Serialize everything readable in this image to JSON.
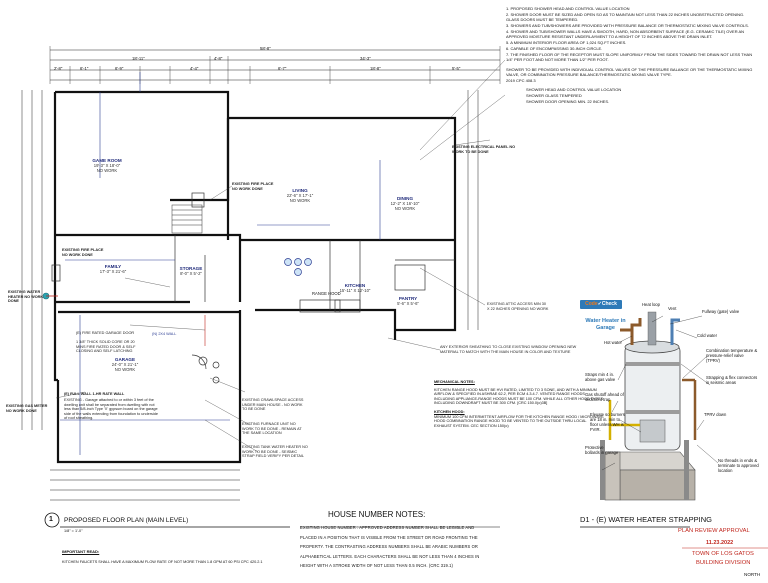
{
  "notes_top": [
    "1. PROPOSED SHOWER HEAD AND CONTROL VALUE LOCATION",
    "2. SHOWER DOOR MUST BE SIZED AND OPEN SO AS TO MAINTAIN NOT LESS THAN 22 INCHES UNOBSTRUCTED OPENING. GLASS DOORS MUST BE TEMPERED.",
    "3. SHOWERS AND TUB/SHOWERS ARE PROVIDED WITH PRESSURE BALANCE OR THERMOSTATIC MIXING VALVE CONTROLS.",
    "4. SHOWER AND TUB/SHOWER WALLS HAVE A SMOOTH, HARD, NON ABSORBENT SURFACE (E.G. CERAMIC TILE) OVER AN APPROVED MOISTURE RESISTANT UNDERLAYMENT TO A HEIGHT OF 72 INCHES ABOVE THE DRAIN INLET.",
    "5. A MINIMUM INTERIOR FLOOR AREA OF 1,024 SQ.FT INCHES.",
    "6. CAPABLE OF ENCOMPASSING 30-INCH CIRCLE.",
    "7. THE FINISHED FLOOR OF THE RECEPTOR MUST SLOPE UNIFORMLY FROM THE SIDES TOWARD THE DRAIN NOT LESS THAN 1/4\" PER FOOT AND NOT MORE THAN 1/2\" PER FOOT."
  ],
  "notes_mid": [
    "SHOWER TO BE PROVIDED WITH INDIVIDUAL CONTROL VALVES OF THE PRESSURE BALANCE OR THE THERMOSTATIC MIXING VALVE, OR COMBINATION PRESSURE BALANCE/THERMOSTATIC MIXING VALVE TYPE.",
    "2019 CPC 408.3"
  ],
  "notes_small": [
    "SHOWER HEAD AND CONTROL VALUE LOCATION",
    "SHOWER GLASS TEMPERED",
    "SHOWER DOOR OPENING MIN. 22 INCHES."
  ],
  "dims_top": [
    "58'-8\"",
    "18'-11\"",
    "4'-8\"",
    "34'-3\"",
    "2'-8\"",
    "6'-1\"",
    "6'-9\"",
    "4'-4\"",
    "6'-7\"",
    "18'-8\"",
    "5'-5\""
  ],
  "rooms": {
    "game_room": {
      "name": "GAME ROOM",
      "size": "19'-3\" X 18'-0\"",
      "note": "NO WORK"
    },
    "living": {
      "name": "LIVING",
      "size": "22'-6\" X 17'-1\"",
      "note": "NO WORK"
    },
    "dining": {
      "name": "DINING",
      "size": "12'-2\" X 16'-10\"",
      "note": "NO WORK"
    },
    "family": {
      "name": "FAMILY",
      "size": "17'-3\" X 21'-6\""
    },
    "storage": {
      "name": "STORAGE",
      "size": "8'-0\" X 5'-2\""
    },
    "kitchen": {
      "name": "KITCHEN",
      "size": "15'-11\" X 12'-10\""
    },
    "pantry": {
      "name": "PANTRY",
      "size": "5'-6\" X 5'-6\""
    },
    "garage": {
      "name": "GARAGE",
      "size": "24'-0\" X 21'-1\"",
      "note": "NO WORK"
    },
    "range_hood": "RANGE HOOD"
  },
  "callouts": {
    "electrical_panel": "EXISTING ELECTRICAL PANEL NO WORK TO BE DONE",
    "fire_place_top": "EXISTING FIRE PLACE NO WORK DONE",
    "fire_place_left": "EXISTING FIRE PLACE NO WORK DONE",
    "water_heater": "EXISTING WATER HEATER NO WORK DONE",
    "fire_rated_door": "(E) FIRE RATED GARAGE DOOR",
    "fire_rated_door_detail": "1 3/8\" THICK SOLID CORE OR 20 MINS FIRE RATED DOOR & SELF CLOSING AND SELF LATCHING",
    "fire_wall_title": "(E) FULL WALL 1-HR RATE WALL",
    "fire_wall_detail": "EXISTING - Garage attached to or within 3 feet of the dwelling unit shall be separated from dwelling with not less than 5/8-inch Type 'X' gypsum board on the garage side of the walls extending from foundation to underside of roof sheathing.",
    "gas_meter": "EXISTING GAS METER NO WORK DONE",
    "attic_access": "EXISTING ATTIC ACCESS MIN 30 X 22 INCHES OPENING NO WORK",
    "crawlspace": "EXISTING CRAWLSPACE ACCESS UNDER MAIN HOUSE - NO WORK TO BE DONE",
    "furnace": "EXISTING FURNACE UNIT NO WORK TO BE DONE - REMAIN AT THE SAME LOCATION",
    "tankless": "EXISTING TANK WATER HEATER NO WORK TO BE DONE - SEISMIC STRAP FIELD VERIFY PER DETAIL",
    "sheathing": "ANY EXTERIOR SHEATHING TO CLOSE EXISTING WINDOW OPENING NEW MATERIAL TO MATCH WITH THE MAIN HOUSE IN COLOR AND TEXTURE",
    "new_wall": "(N) 2X4 WALL"
  },
  "mechanical": {
    "title": "MECHANICAL NOTES:",
    "body": "KITCHEN RANGE HOOD MUST BE HVI RATED, LIMITED TO 3 SONE, AND WITH A MINIMUM AIRFLOW & SPECIFIED IN ASHRAE 62.2, PER ECM 4.3.4.7. VENTED RANGE HOODS INCLUDING APPLIANCE-RANGE HOODS MUST BE 100 CFM. WHILE ALL OTHER HOOD TYPES INCLUDING DOWNDRAFT MUST BE 300 CFM. [CRC 150.0(o)3B]",
    "kitchen_title": "KITCHEN HOOD:",
    "kitchen_body": "MINIMUM 100 CFM INTERMITTENT AIRFLOW FOR THE KITCHEN RANGE HOOD / MICROWAVE HOOD COMBINATION RANGE HOOD TO BE VENTED TO THE OUTSIDE THRU LOCAL EXHAUST SYSTEM. CEC SECTION 150(o)"
  },
  "plan_title": {
    "number": "1",
    "title": "PROPOSED FLOOR PLAN (MAIN LEVEL)",
    "scale": "1/8\" = 1'-0\""
  },
  "important": {
    "title": "IMPORTANT READ:",
    "body": "KITCHEN FAUCETS SHALL HAVE A MAXIMUM FLOW RATE OF NOT MORE THAN 1.8 GPM AT 60 PSI CPC 420.2.1"
  },
  "house_number": {
    "title": "HOUSE NUMBER  NOTES:",
    "lines": [
      "EXISTING HOUSE NUMBER : APPROVED ADDRESS NUMBER SHALL BE LEGIBLE AND",
      "PLACED IN A POSITION THAT IS VISIBLE FROM THE STREET OR ROAD FRONTING THE",
      "PROPERTY. THE CONTRASTING ADDRESS NUMBERS SHALL BE ARABIC NUMBERS OR",
      "ALPHABETICAL LETTERS. EACH CHARACTERS SHALL BE NOT LESS THAN 4 INCHES IN",
      "HEIGHT WITH A STROKE WIDTH OF NOT LESS THAN 0.5 INCH. (CRC 319.1)"
    ]
  },
  "water_heater": {
    "badge_pre": "Code",
    "badge_post": "Check",
    "title": "Water Heater in Garage",
    "labels": {
      "heat_loop": "Heat loop",
      "vent": "Vent",
      "fullway": "Fullway (gate) valve",
      "cold": "Cold water",
      "hot": "Hot water",
      "combination": "Combination temperature & pressure-relief valve (TPRV)",
      "strapping": "Strapping & flex connectors in seismic areas",
      "straps": "Straps min 4 in. above gas valve",
      "gas_shutoff": "Gas shutoff ahead of sediment trap",
      "elevate": "Elevate so burners are 18 in. min to floor unless WH is FVIR.",
      "tprv_down": "TPRV down",
      "bollards": "Protective bollards in garage",
      "no_threads": "No threads in ends & terminate to approved location"
    },
    "detail_title": "D1 - (E) WATER HEATER STRAPPING"
  },
  "stamp": {
    "review": "PLAN REVIEW APPROVAL",
    "date": "11.23.2022",
    "town": "TOWN OF LOS GATOS",
    "division": "BUILDING DIVISION",
    "north": "NORTH"
  }
}
